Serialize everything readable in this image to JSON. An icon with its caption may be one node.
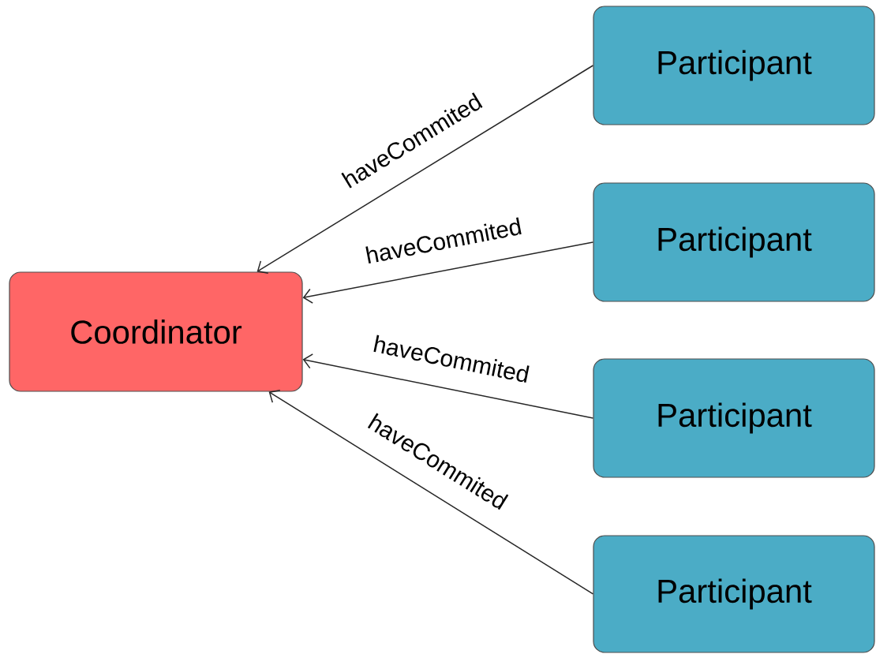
{
  "diagram": {
    "nodes": [
      {
        "text": [
          "Coordinator"
        ]
      },
      {
        "text": [
          "Participant"
        ]
      },
      {
        "text": [
          "Participant"
        ]
      },
      {
        "text": [
          "Participant"
        ]
      },
      {
        "text": [
          "Participant"
        ]
      }
    ],
    "edges": [
      {
        "from": 1,
        "to": 0,
        "arrow": "to",
        "label": "haveCommited"
      },
      {
        "from": 2,
        "to": 0,
        "arrow": "to",
        "label": "haveCommited"
      },
      {
        "from": 3,
        "to": 0,
        "arrow": "to",
        "label": "haveCommited"
      },
      {
        "from": 4,
        "to": 0,
        "arrow": "to",
        "label": "haveCommited"
      }
    ]
  }
}
